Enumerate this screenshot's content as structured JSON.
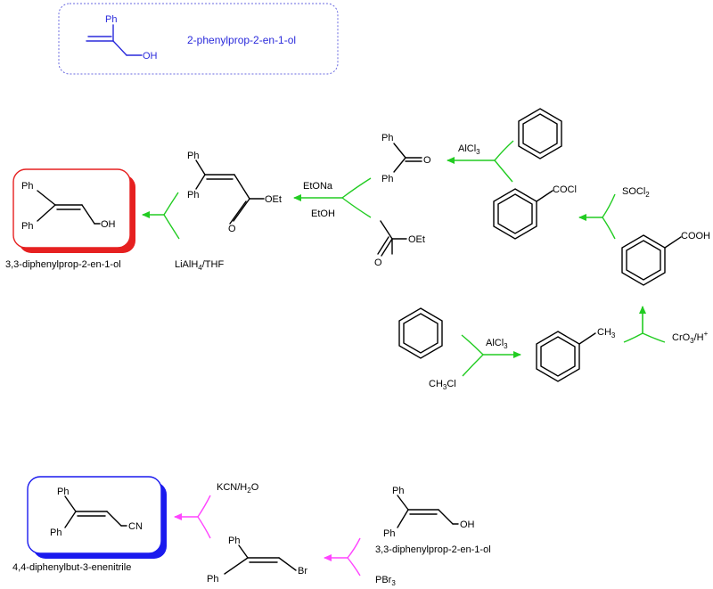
{
  "colors": {
    "blue": "#2a2adb",
    "red": "#e62020",
    "green": "#22cc22",
    "magenta": "#ff44ff",
    "black": "#000000"
  },
  "legend": {
    "ph": "Ph",
    "oh": "OH",
    "name": "2-phenylprop-2-en-1-ol"
  },
  "labels": {
    "ph": "Ph",
    "oh": "OH",
    "oet": "OEt",
    "o": "O",
    "cocl": "COCl",
    "cooh": "COOH",
    "ch3": "CH",
    "three": "3",
    "cn": "CN",
    "br": "Br"
  },
  "names": {
    "target1": "3,3-diphenylprop-2-en-1-ol",
    "target2": "4,4-diphenylbut-3-enenitrile",
    "start2": "3,3-diphenylprop-2-en-1-ol"
  },
  "reagents": {
    "lialh4": "LiAlH",
    "lialh4_sub": "4",
    "lialh4_tail": "/THF",
    "etona": "EtONa",
    "etoh": "EtOH",
    "alcl3": "AlCl",
    "alcl3_sub": "3",
    "socl2": "SOCl",
    "socl2_sub": "2",
    "cro3": "CrO",
    "cro3_sub": "3",
    "cro3_tail": "/H",
    "cro3_sup": "+",
    "ch3cl": "CH",
    "ch3cl_sub": "3",
    "ch3cl_tail": "Cl",
    "kcn": "KCN/H",
    "kcn_sub": "2",
    "kcn_tail": "O",
    "pbr3": "PBr",
    "pbr3_sub": "3"
  }
}
